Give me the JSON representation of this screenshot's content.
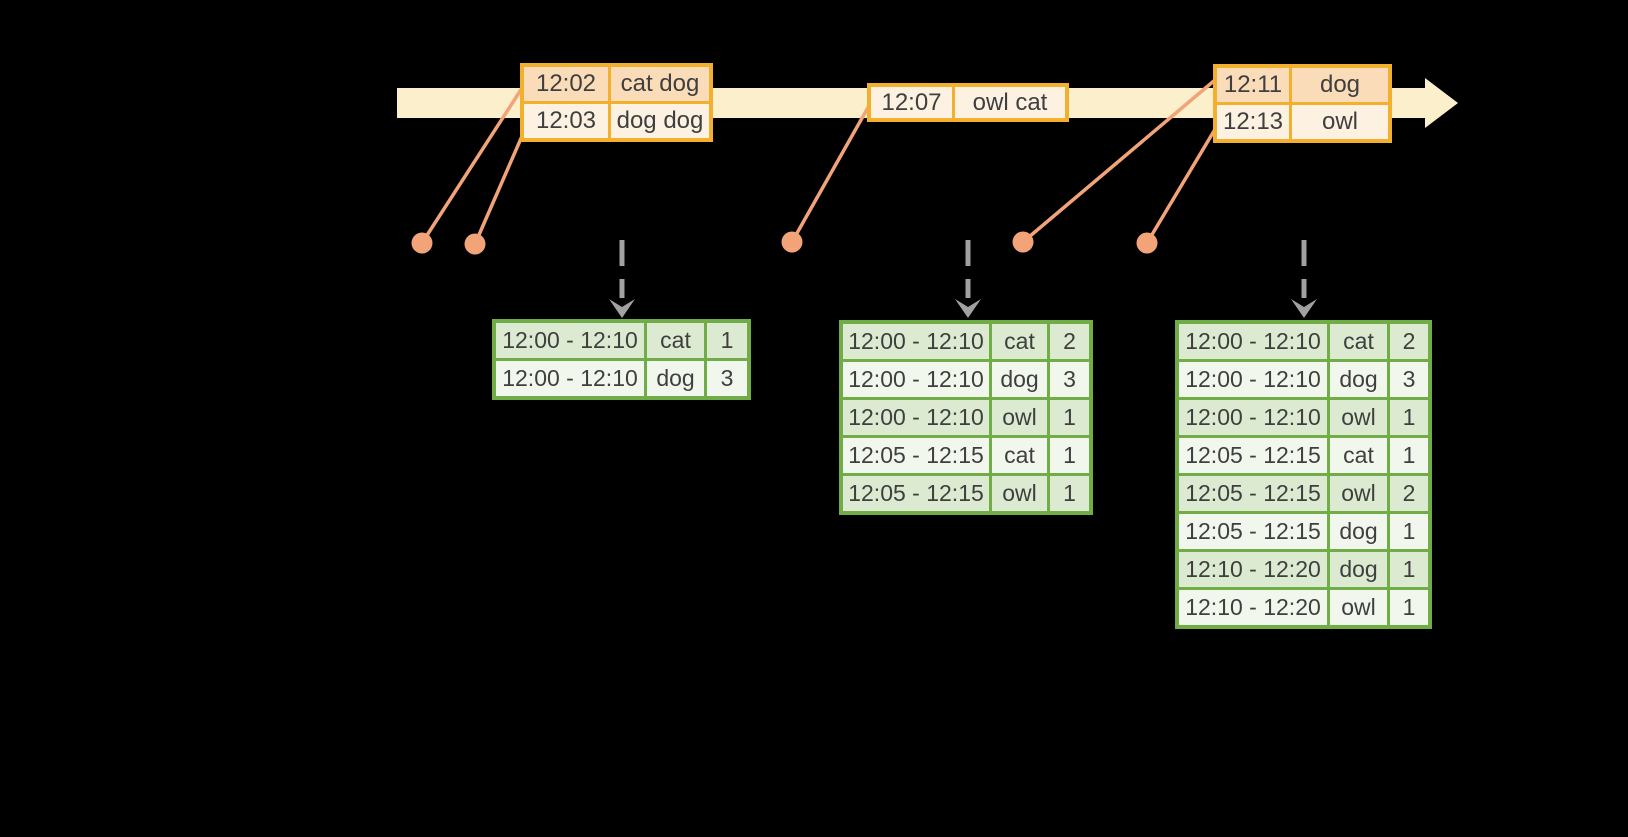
{
  "colors": {
    "background": "#000000",
    "timeline": "#fcf0cc",
    "event_border": "#f2b02e",
    "event_row_dark": "#fadcb8",
    "event_row_light": "#fdf2e2",
    "connector": "#f2a377",
    "trigger_arrow": "#a1a1a1",
    "table_border": "#70ad47",
    "table_row_dark": "#dbead0",
    "table_row_light": "#f2f7ee",
    "text": "#3f3f3f"
  },
  "event_boxes": [
    {
      "rows": [
        {
          "time": "12:02",
          "words": "cat dog"
        },
        {
          "time": "12:03",
          "words": "dog dog"
        }
      ]
    },
    {
      "rows": [
        {
          "time": "12:07",
          "words": "owl cat"
        }
      ]
    },
    {
      "rows": [
        {
          "time": "12:11",
          "words": "dog"
        },
        {
          "time": "12:13",
          "words": "owl"
        }
      ]
    }
  ],
  "result_tables": [
    {
      "rows": [
        {
          "window": "12:00 - 12:10",
          "word": "cat",
          "count": "1"
        },
        {
          "window": "12:00 - 12:10",
          "word": "dog",
          "count": "3"
        }
      ]
    },
    {
      "rows": [
        {
          "window": "12:00 - 12:10",
          "word": "cat",
          "count": "2"
        },
        {
          "window": "12:00 - 12:10",
          "word": "dog",
          "count": "3"
        },
        {
          "window": "12:00 - 12:10",
          "word": "owl",
          "count": "1"
        },
        {
          "window": "12:05 - 12:15",
          "word": "cat",
          "count": "1"
        },
        {
          "window": "12:05 - 12:15",
          "word": "owl",
          "count": "1"
        }
      ]
    },
    {
      "rows": [
        {
          "window": "12:00 - 12:10",
          "word": "cat",
          "count": "2"
        },
        {
          "window": "12:00 - 12:10",
          "word": "dog",
          "count": "3"
        },
        {
          "window": "12:00 - 12:10",
          "word": "owl",
          "count": "1"
        },
        {
          "window": "12:05 - 12:15",
          "word": "cat",
          "count": "1"
        },
        {
          "window": "12:05 - 12:15",
          "word": "owl",
          "count": "2"
        },
        {
          "window": "12:05 - 12:15",
          "word": "dog",
          "count": "1"
        },
        {
          "window": "12:10 - 12:20",
          "word": "dog",
          "count": "1"
        },
        {
          "window": "12:10 - 12:20",
          "word": "owl",
          "count": "1"
        }
      ]
    }
  ]
}
